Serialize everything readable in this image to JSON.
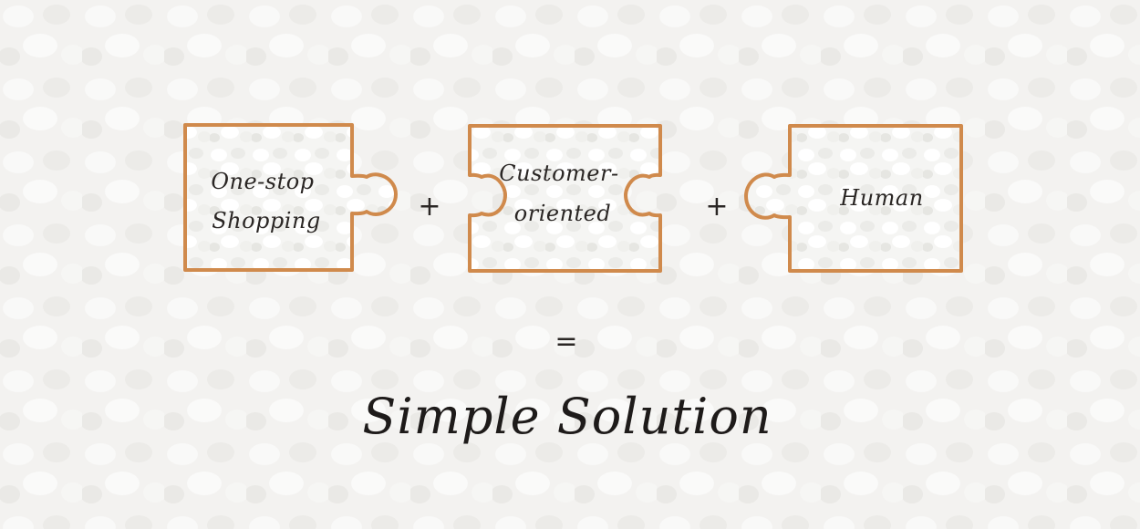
{
  "colors": {
    "outline": "#d08a4c",
    "piece_fill": "#f7f7f6",
    "text": "#2a2624",
    "background": "#f4f3f1"
  },
  "pieces": [
    {
      "lines": [
        "One-stop",
        "Shopping"
      ]
    },
    {
      "lines": [
        "Customer-",
        "oriented"
      ]
    },
    {
      "lines": [
        "Human"
      ]
    }
  ],
  "operators": {
    "plus_1": "+",
    "plus_2": "+",
    "equals": "="
  },
  "result": "Simple Solution"
}
